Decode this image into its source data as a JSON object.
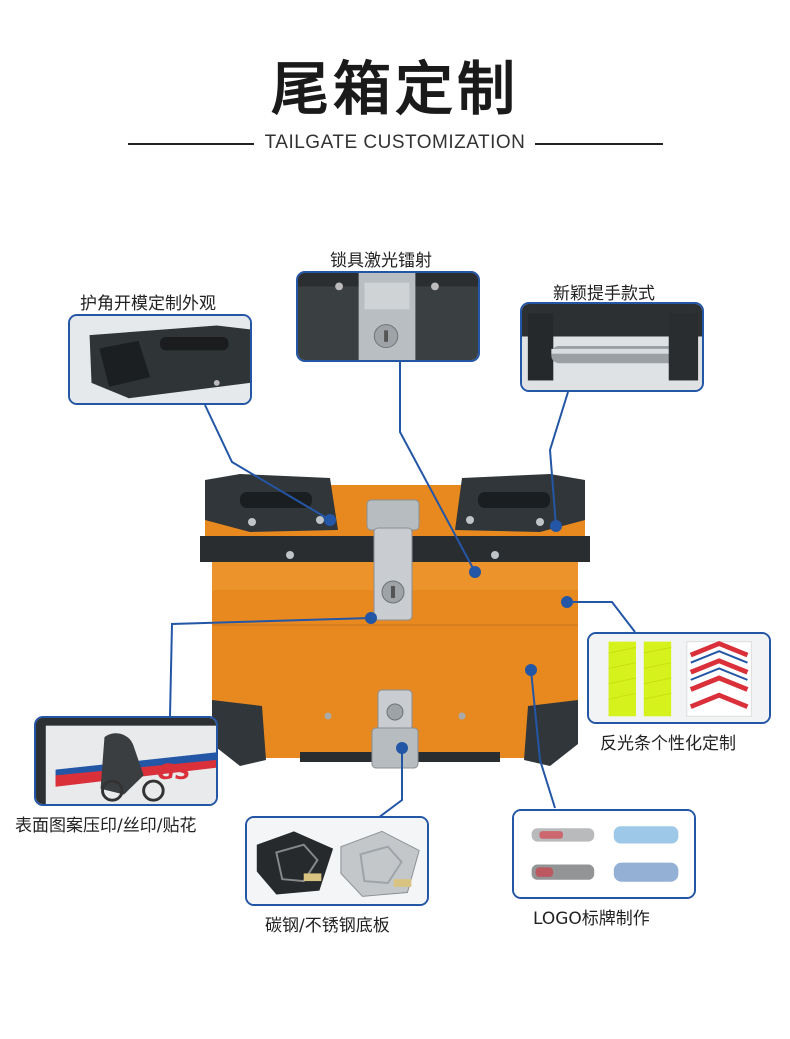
{
  "page": {
    "title": "尾箱定制",
    "subtitle": "TAILGATE CUSTOMIZATION"
  },
  "callouts": {
    "corner_guard": "护角开模定制外观",
    "lock_laser": "锁具激光镭射",
    "handle": "新颖提手款式",
    "reflective_strip": "反光条个性化定制",
    "surface_print": "表面图案压印/丝印/贴花",
    "base_plate": "碳钢/不锈钢底板",
    "logo_plate": "LOGO标牌制作"
  },
  "decal": {
    "text": "GS"
  },
  "colors": {
    "accent_blue": "#2456a6",
    "box_orange": "#e8891f",
    "reflective_yellow": "#d6f21c",
    "reflective_red": "#d9303a"
  }
}
